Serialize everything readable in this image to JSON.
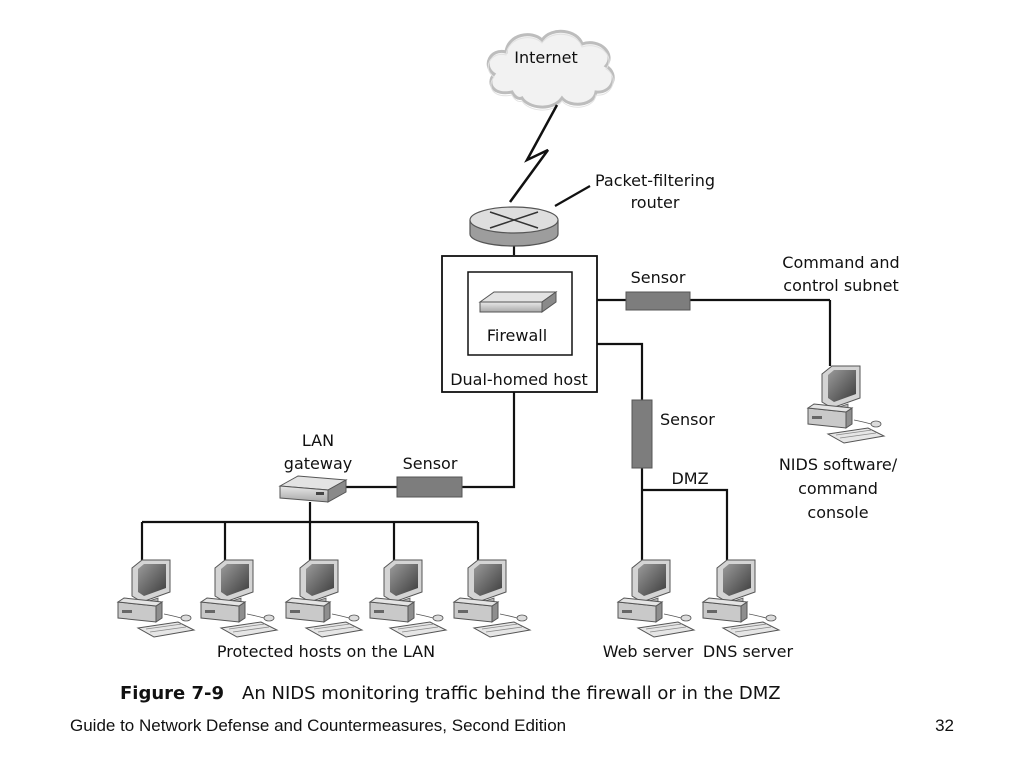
{
  "diagram": {
    "internet": "Internet",
    "router_line1": "Packet-filtering",
    "router_line2": "router",
    "firewall": "Firewall",
    "dual_homed_host": "Dual-homed host",
    "sensor_top": "Sensor",
    "sensor_dmz": "Sensor",
    "sensor_lan": "Sensor",
    "cmd_line1": "Command and",
    "cmd_line2": "control subnet",
    "nids_line1": "NIDS software/",
    "nids_line2": "command",
    "nids_line3": "console",
    "dmz": "DMZ",
    "lan_line1": "LAN",
    "lan_line2": "gateway",
    "protected_hosts": "Protected hosts on the LAN",
    "web_server": "Web server",
    "dns_server": "DNS server"
  },
  "caption": {
    "figure_number": "Figure 7-9",
    "text": "An NIDS monitoring traffic behind the firewall or in the DMZ"
  },
  "footer": {
    "title": "Guide to Network Defense and Countermeasures, Second Edition",
    "page": "32"
  }
}
